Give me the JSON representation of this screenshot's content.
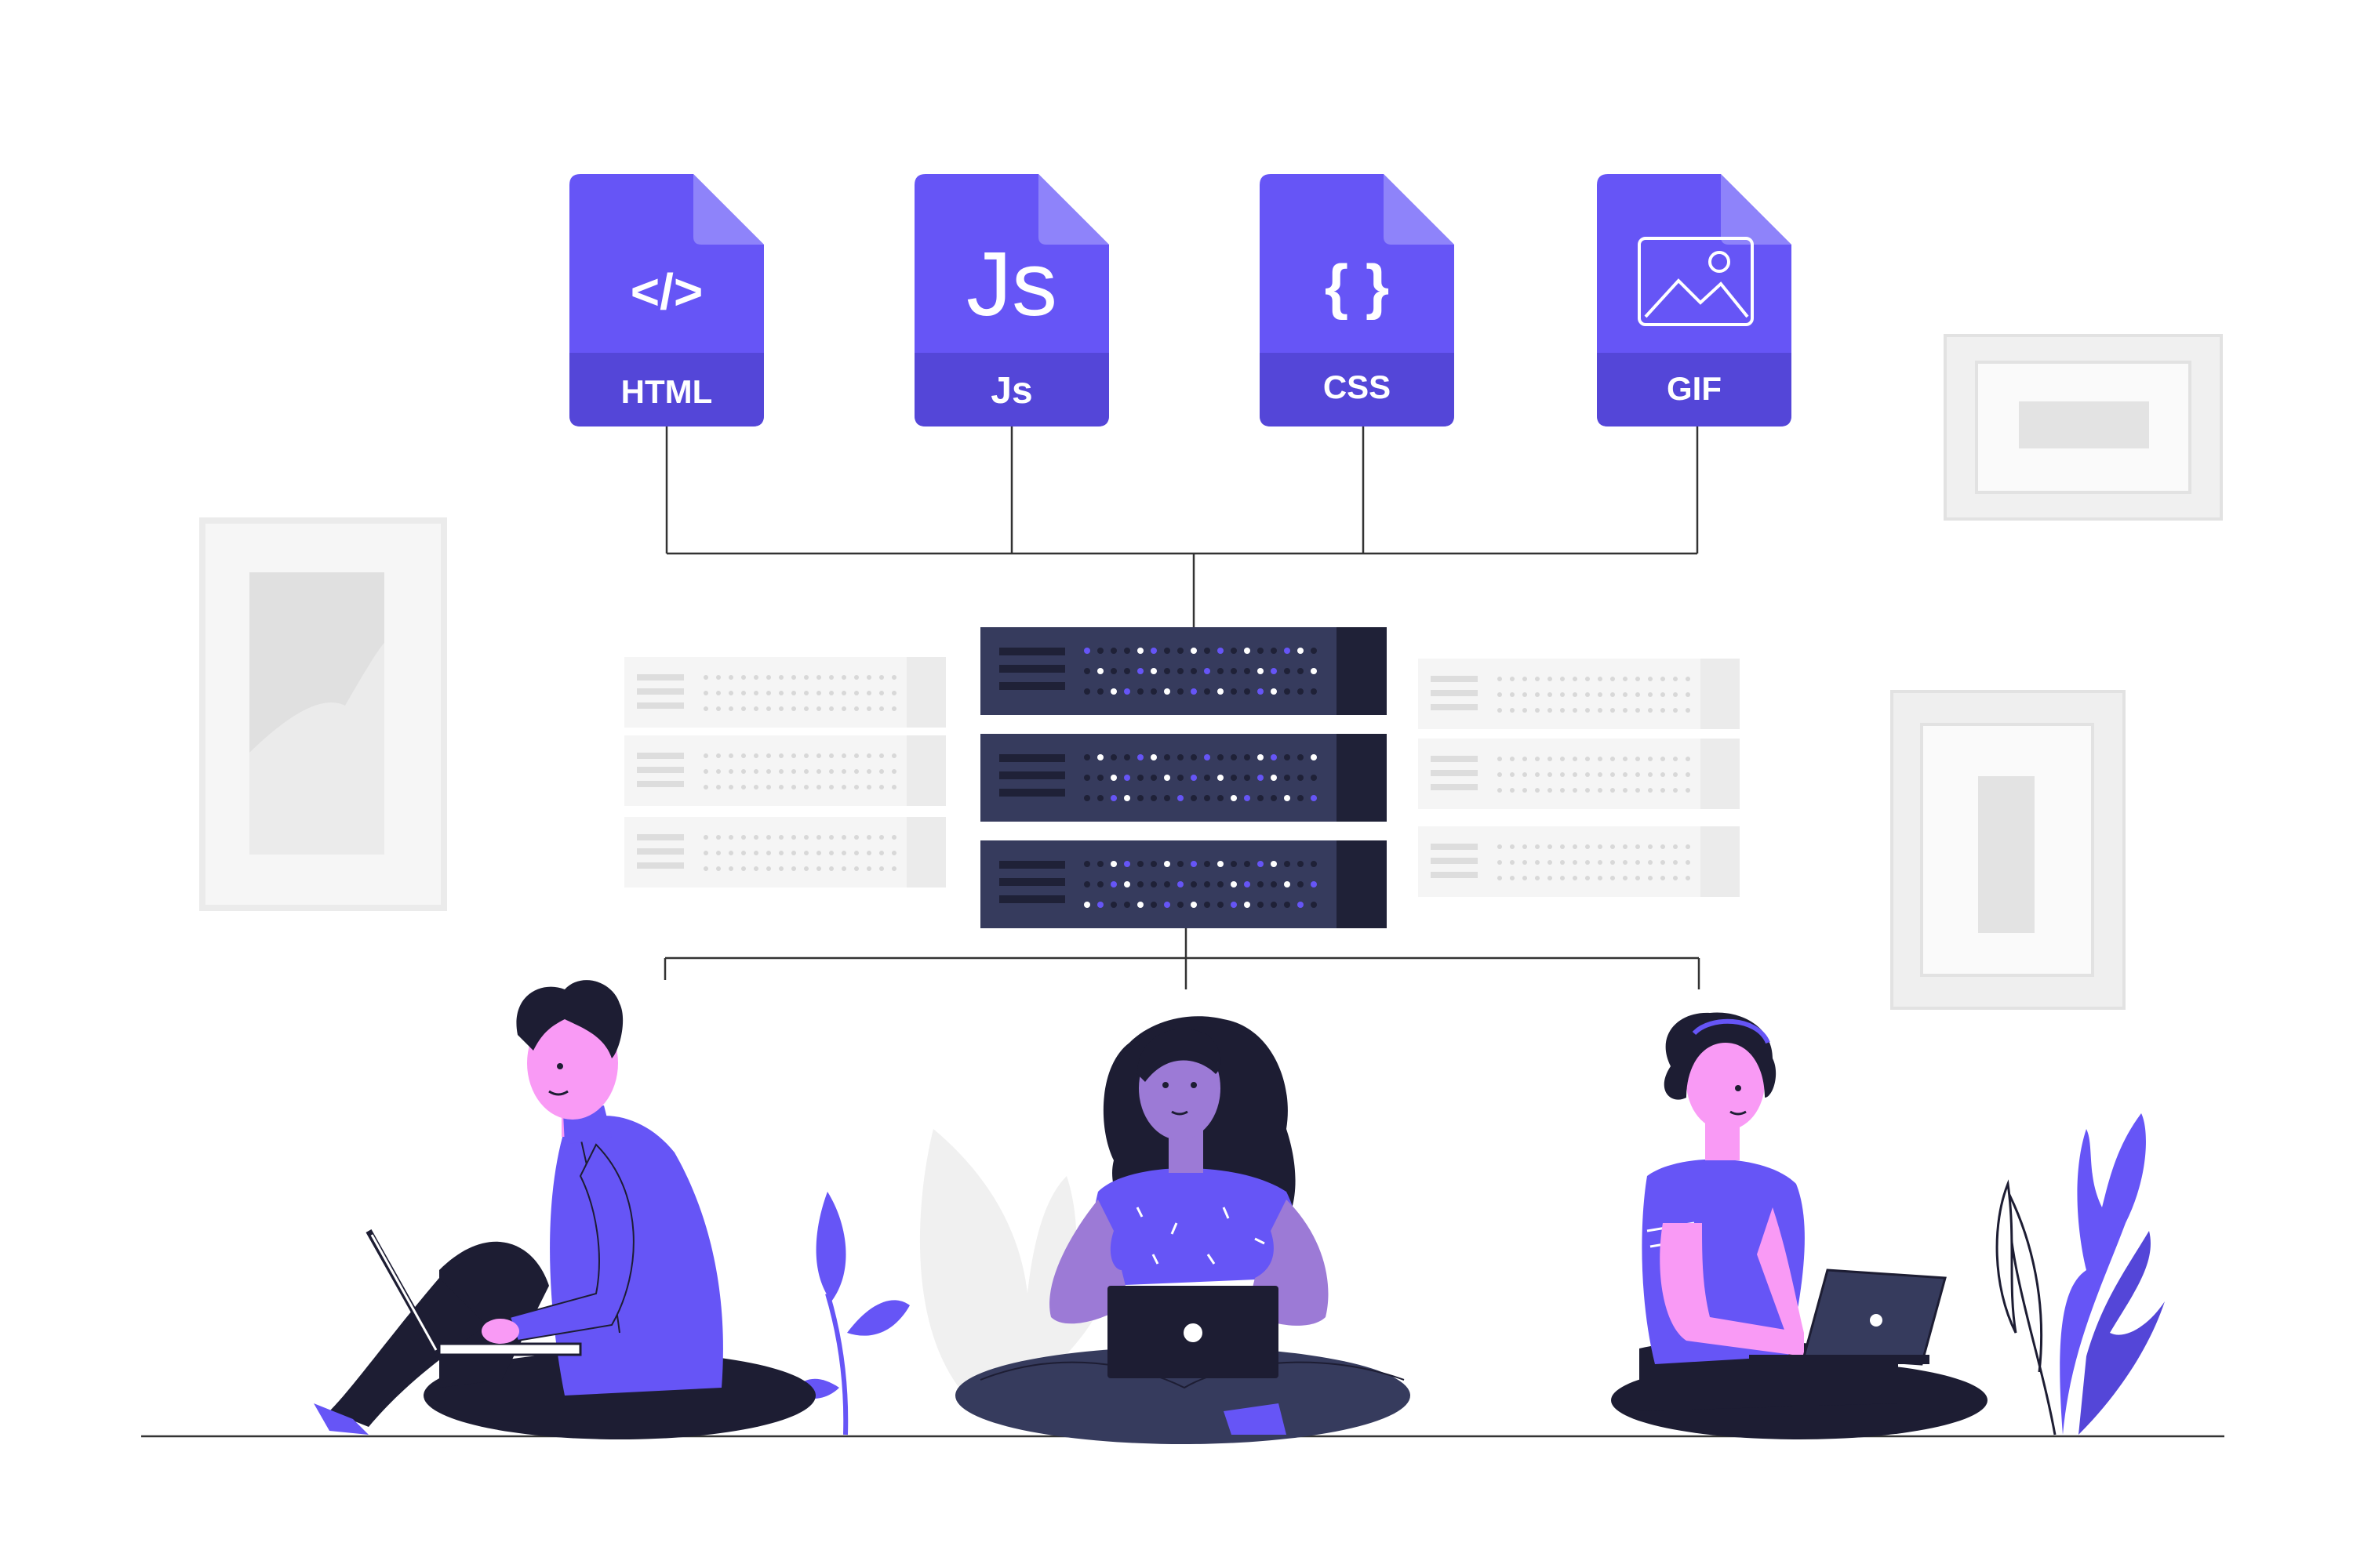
{
  "colors": {
    "accent": "#6655F6",
    "accent_dark": "#5446D8",
    "accent_fold": "#8E83FA",
    "navy": "#363B5D",
    "navy_dark": "#1F2137",
    "ink": "#1D1D33",
    "skin_pink": "#F99AF5",
    "skin_purple": "#9C7AD6",
    "ghost": "#EBEBEB",
    "ghost_light": "#F5F5F5",
    "line": "#2B2B2B"
  },
  "files": [
    {
      "label": "HTML",
      "glyph": "</>",
      "icon": "code-icon"
    },
    {
      "label": "Js",
      "glyph": "Js",
      "icon": "js-icon"
    },
    {
      "label": "CSS",
      "glyph": "{ }",
      "icon": "braces-icon"
    },
    {
      "label": "GIF",
      "glyph": "",
      "icon": "image-icon"
    }
  ],
  "people": [
    {
      "pose": "side-sitting",
      "device": "laptop"
    },
    {
      "pose": "cross-legged",
      "device": "laptop"
    },
    {
      "pose": "cross-legged",
      "device": "laptop"
    }
  ]
}
